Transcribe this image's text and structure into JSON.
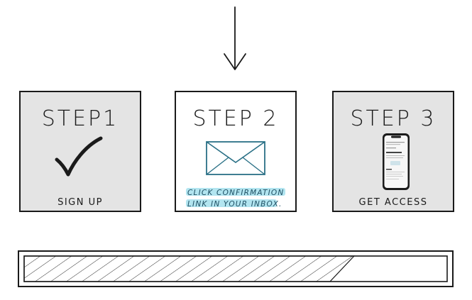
{
  "steps": [
    {
      "title": "STEP1",
      "caption": "SIGN UP",
      "icon": "checkmark-icon"
    },
    {
      "title": "STEP 2",
      "caption_lines": [
        "CLICK CONFIRMATION",
        "LINK IN YOUR INBOX."
      ],
      "icon": "envelope-icon"
    },
    {
      "title": "STEP 3",
      "caption": "GET ACCESS",
      "icon": "phone-icon"
    }
  ],
  "progress": {
    "fraction": 0.78
  },
  "colors": {
    "ink": "#1a1a1a",
    "box_fill_gray": "#e4e4e4",
    "box_fill_white": "#ffffff",
    "highlight": "#7fd3e6",
    "envelope": "#2a7086"
  }
}
